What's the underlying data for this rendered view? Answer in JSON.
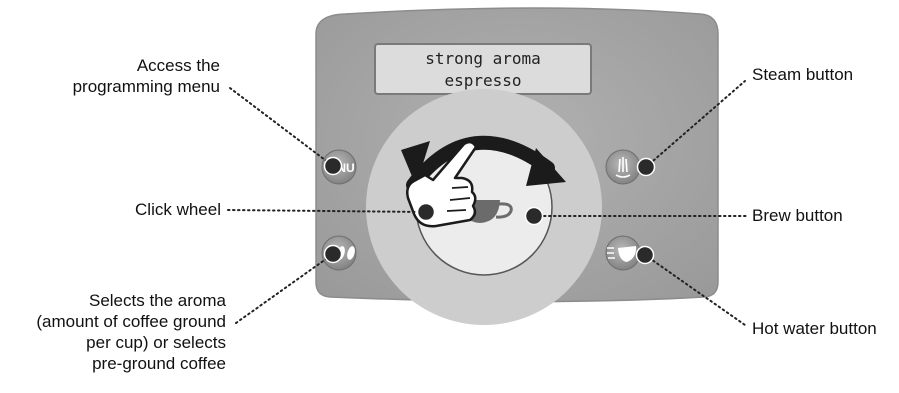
{
  "display": {
    "line1": "strong aroma",
    "line2": "espresso"
  },
  "buttons": {
    "menu_button_text": "NU"
  },
  "callouts": {
    "programming_menu": [
      "Access the",
      "programming menu"
    ],
    "click_wheel": "Click wheel",
    "aroma": [
      "Selects the aroma",
      "(amount of coffee ground",
      "per cup) or selects",
      "pre-ground coffee"
    ],
    "steam": "Steam button",
    "brew": "Brew button",
    "hot_water": "Hot water button"
  },
  "icons": {
    "menu": "menu-icon",
    "aroma": "coffee-beans-icon",
    "steam": "steam-icon",
    "hot_water": "hot-water-icon",
    "brew": "coffee-cup-icon",
    "hand": "pointing-hand-icon",
    "arrow": "rotation-arrow-icon"
  },
  "colors": {
    "panel": "#a7a7a7",
    "panel_edge": "#8c8c8c",
    "display": "#dcdcdc",
    "wheel_ring": "#cfcfcf",
    "wheel_center": "#ececec",
    "button": "#8d8d8d",
    "dot": "#2a2a2a"
  }
}
